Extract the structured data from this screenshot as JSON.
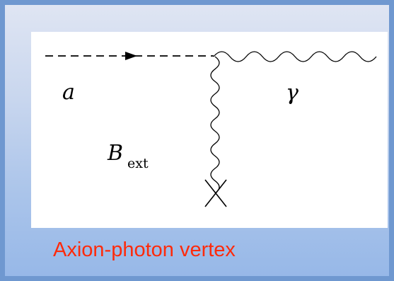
{
  "diagram": {
    "axion_label": "a",
    "photon_label": "γ",
    "field_label": "B",
    "field_subscript": "ext"
  },
  "caption": {
    "text": "Axion-photon vertex"
  },
  "colors": {
    "caption": "#ff2a0a",
    "lines": "#000000",
    "card": "#ffffff"
  }
}
